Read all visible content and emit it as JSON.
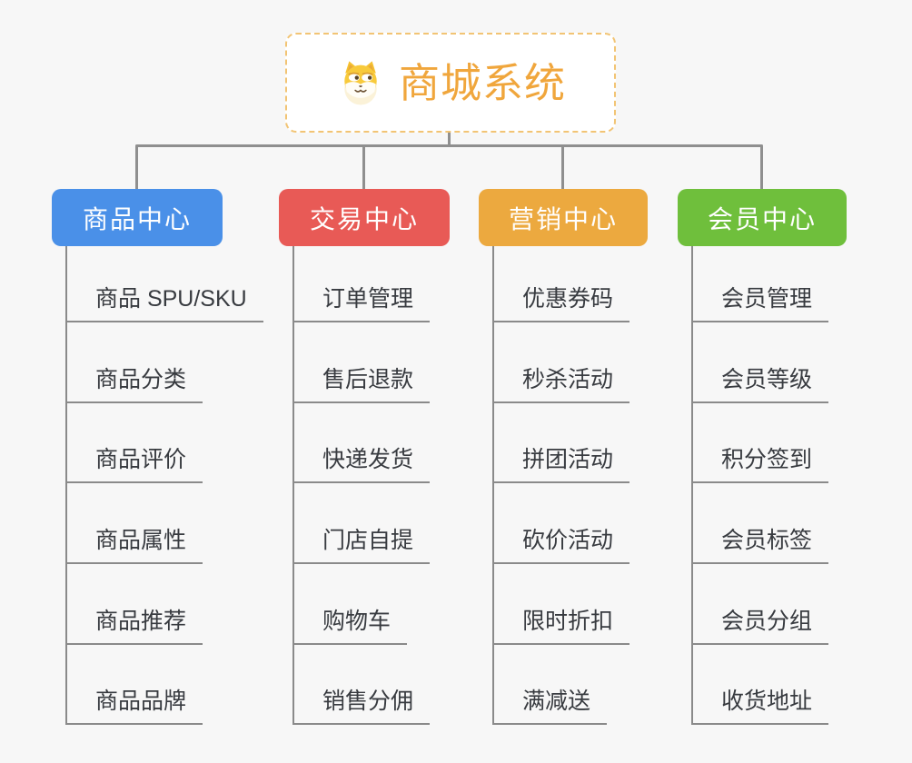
{
  "root": {
    "title": "商城系统",
    "icon": "doge-icon"
  },
  "colors": {
    "root_text": "#f0a63c",
    "root_border": "#f2c474",
    "connector": "#8f8f8f",
    "child_text": "#383b40",
    "branch_product": "#4a90e8",
    "branch_trade": "#e85a56",
    "branch_marketing": "#eca93f",
    "branch_member": "#6fbf3c"
  },
  "branches": [
    {
      "label": "商品中心",
      "color": "#4a90e8",
      "items": [
        "商品 SPU/SKU",
        "商品分类",
        "商品评价",
        "商品属性",
        "商品推荐",
        "商品品牌"
      ]
    },
    {
      "label": "交易中心",
      "color": "#e85a56",
      "items": [
        "订单管理",
        "售后退款",
        "快递发货",
        "门店自提",
        "购物车",
        "销售分佣"
      ]
    },
    {
      "label": "营销中心",
      "color": "#eca93f",
      "items": [
        "优惠券码",
        "秒杀活动",
        "拼团活动",
        "砍价活动",
        "限时折扣",
        "满减送"
      ]
    },
    {
      "label": "会员中心",
      "color": "#6fbf3c",
      "items": [
        "会员管理",
        "会员等级",
        "积分签到",
        "会员标签",
        "会员分组",
        "收货地址"
      ]
    }
  ]
}
